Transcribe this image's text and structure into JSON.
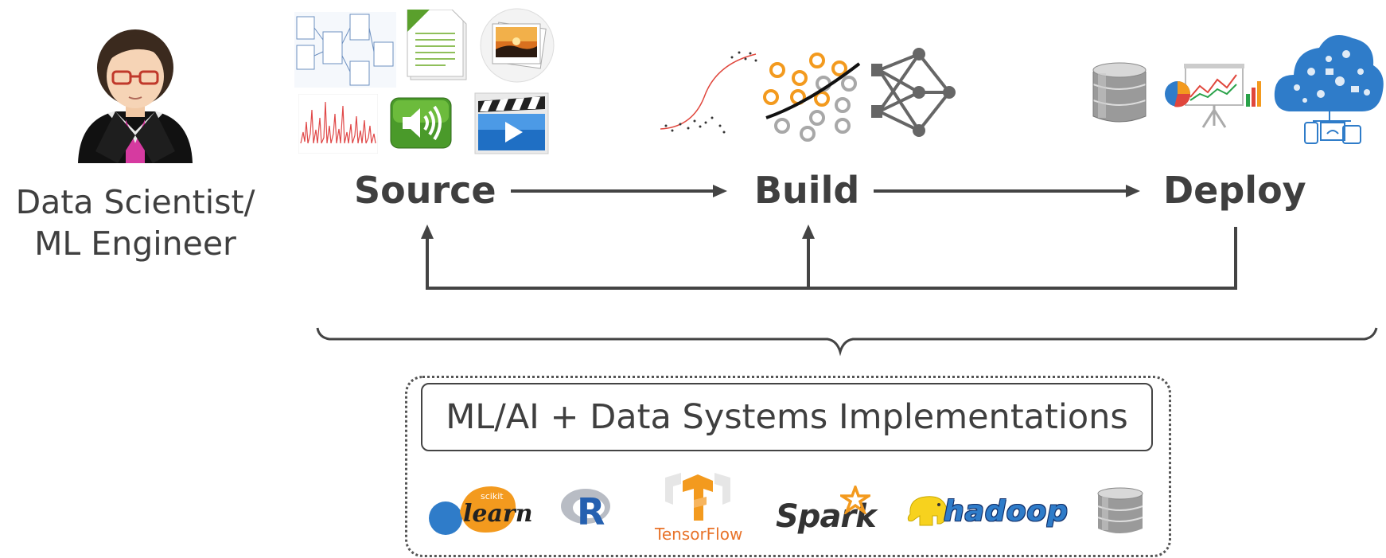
{
  "role": {
    "line1": "Data Scientist/",
    "line2": "ML Engineer"
  },
  "stages": {
    "source": "Source",
    "build": "Build",
    "deploy": "Deploy"
  },
  "implementations_title": "ML/AI + Data Systems Implementations",
  "tools": {
    "sklearn_small": "scikit",
    "sklearn": "learn",
    "r": "R",
    "tensorflow": "TensorFlow",
    "spark": "Spark",
    "hadoop": "hadoop"
  },
  "icons": {
    "person": "person-icon",
    "schema": "schema-diagram-icon",
    "text_doc": "text-document-icon",
    "photos": "photo-stack-icon",
    "signal": "signal-plot-icon",
    "audio": "audio-speaker-icon",
    "video": "video-clapper-icon",
    "curve": "sigmoid-curve-icon",
    "classifier": "classifier-scatter-icon",
    "neural_net": "neural-network-icon",
    "database": "database-icon",
    "presentation": "presentation-board-icon",
    "cloud": "cloud-devices-icon"
  },
  "colors": {
    "arrow": "#444444",
    "orange": "#f39a1e",
    "blue": "#2f7cc9",
    "text": "#3f3f3f"
  }
}
